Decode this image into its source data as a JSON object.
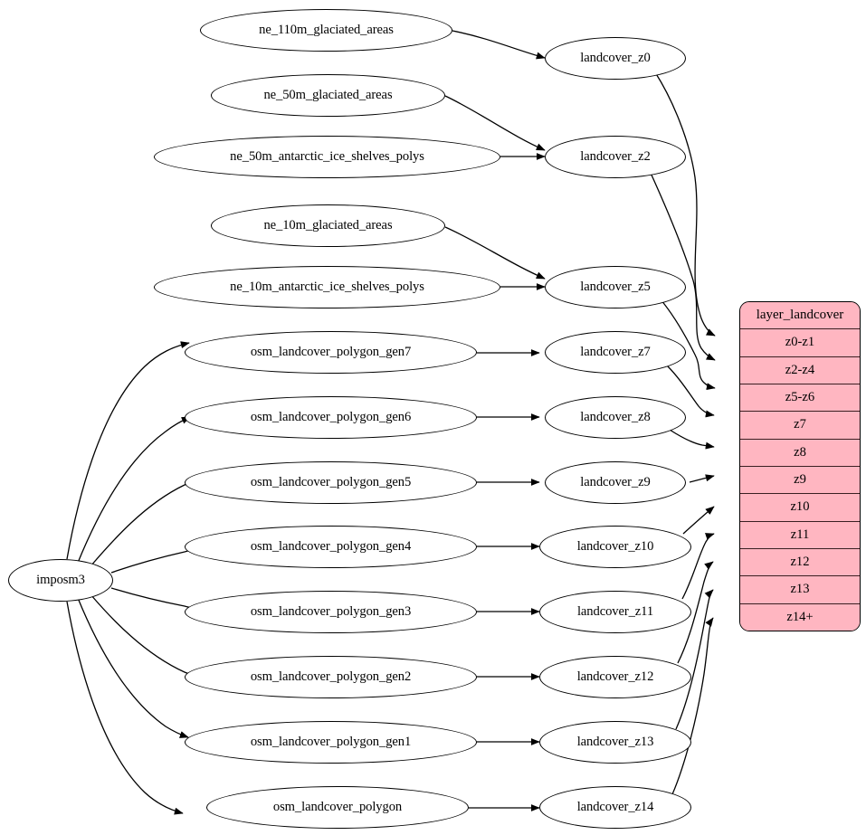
{
  "diagram": {
    "type": "directed-graph",
    "title": "imposm3 landcover layer pipeline",
    "background_color": "#ffffff",
    "node_fill_default": "#ffffff",
    "node_stroke": "#000000",
    "record_fill": "#ffb6c1",
    "record_divider": "#3a1f22",
    "edge_color": "#000000"
  },
  "source_node": {
    "id": "imposm3",
    "label": "imposm3",
    "shape": "ellipse"
  },
  "natural_earth_nodes": [
    {
      "id": "ne_110m_glaciated_areas",
      "label": "ne_110m_glaciated_areas"
    },
    {
      "id": "ne_50m_glaciated_areas",
      "label": "ne_50m_glaciated_areas"
    },
    {
      "id": "ne_50m_antarctic_ice_shelves_polys",
      "label": "ne_50m_antarctic_ice_shelves_polys"
    },
    {
      "id": "ne_10m_glaciated_areas",
      "label": "ne_10m_glaciated_areas"
    },
    {
      "id": "ne_10m_antarctic_ice_shelves_polys",
      "label": "ne_10m_antarctic_ice_shelves_polys"
    }
  ],
  "osm_nodes": [
    {
      "id": "osm_landcover_polygon_gen7",
      "label": "osm_landcover_polygon_gen7"
    },
    {
      "id": "osm_landcover_polygon_gen6",
      "label": "osm_landcover_polygon_gen6"
    },
    {
      "id": "osm_landcover_polygon_gen5",
      "label": "osm_landcover_polygon_gen5"
    },
    {
      "id": "osm_landcover_polygon_gen4",
      "label": "osm_landcover_polygon_gen4"
    },
    {
      "id": "osm_landcover_polygon_gen3",
      "label": "osm_landcover_polygon_gen3"
    },
    {
      "id": "osm_landcover_polygon_gen2",
      "label": "osm_landcover_polygon_gen2"
    },
    {
      "id": "osm_landcover_polygon_gen1",
      "label": "osm_landcover_polygon_gen1"
    },
    {
      "id": "osm_landcover_polygon",
      "label": "osm_landcover_polygon"
    }
  ],
  "landcover_nodes": [
    {
      "id": "landcover_z0",
      "label": "landcover_z0"
    },
    {
      "id": "landcover_z2",
      "label": "landcover_z2"
    },
    {
      "id": "landcover_z5",
      "label": "landcover_z5"
    },
    {
      "id": "landcover_z7",
      "label": "landcover_z7"
    },
    {
      "id": "landcover_z8",
      "label": "landcover_z8"
    },
    {
      "id": "landcover_z9",
      "label": "landcover_z9"
    },
    {
      "id": "landcover_z10",
      "label": "landcover_z10"
    },
    {
      "id": "landcover_z11",
      "label": "landcover_z11"
    },
    {
      "id": "landcover_z12",
      "label": "landcover_z12"
    },
    {
      "id": "landcover_z13",
      "label": "landcover_z13"
    },
    {
      "id": "landcover_z14",
      "label": "landcover_z14"
    }
  ],
  "record_node": {
    "id": "layer_landcover",
    "header": "layer_landcover",
    "rows": [
      {
        "id": "z0-z1",
        "label": "z0-z1"
      },
      {
        "id": "z2-z4",
        "label": "z2-z4"
      },
      {
        "id": "z5-z6",
        "label": "z5-z6"
      },
      {
        "id": "z7",
        "label": "z7"
      },
      {
        "id": "z8",
        "label": "z8"
      },
      {
        "id": "z9",
        "label": "z9"
      },
      {
        "id": "z10",
        "label": "z10"
      },
      {
        "id": "z11",
        "label": "z11"
      },
      {
        "id": "z12",
        "label": "z12"
      },
      {
        "id": "z13",
        "label": "z13"
      },
      {
        "id": "z14+",
        "label": "z14+"
      }
    ]
  },
  "edges": [
    {
      "from": "ne_110m_glaciated_areas",
      "to": "landcover_z0"
    },
    {
      "from": "ne_50m_glaciated_areas",
      "to": "landcover_z2"
    },
    {
      "from": "ne_50m_antarctic_ice_shelves_polys",
      "to": "landcover_z2"
    },
    {
      "from": "ne_10m_glaciated_areas",
      "to": "landcover_z5"
    },
    {
      "from": "ne_10m_antarctic_ice_shelves_polys",
      "to": "landcover_z5"
    },
    {
      "from": "imposm3",
      "to": "osm_landcover_polygon_gen7"
    },
    {
      "from": "imposm3",
      "to": "osm_landcover_polygon_gen6"
    },
    {
      "from": "imposm3",
      "to": "osm_landcover_polygon_gen5"
    },
    {
      "from": "imposm3",
      "to": "osm_landcover_polygon_gen4"
    },
    {
      "from": "imposm3",
      "to": "osm_landcover_polygon_gen3"
    },
    {
      "from": "imposm3",
      "to": "osm_landcover_polygon_gen2"
    },
    {
      "from": "imposm3",
      "to": "osm_landcover_polygon_gen1"
    },
    {
      "from": "imposm3",
      "to": "osm_landcover_polygon"
    },
    {
      "from": "osm_landcover_polygon_gen7",
      "to": "landcover_z7"
    },
    {
      "from": "osm_landcover_polygon_gen6",
      "to": "landcover_z8"
    },
    {
      "from": "osm_landcover_polygon_gen5",
      "to": "landcover_z9"
    },
    {
      "from": "osm_landcover_polygon_gen4",
      "to": "landcover_z10"
    },
    {
      "from": "osm_landcover_polygon_gen3",
      "to": "landcover_z11"
    },
    {
      "from": "osm_landcover_polygon_gen2",
      "to": "landcover_z12"
    },
    {
      "from": "osm_landcover_polygon_gen1",
      "to": "landcover_z13"
    },
    {
      "from": "osm_landcover_polygon",
      "to": "landcover_z14"
    },
    {
      "from": "landcover_z0",
      "to": "layer_landcover:z0-z1"
    },
    {
      "from": "landcover_z2",
      "to": "layer_landcover:z2-z4"
    },
    {
      "from": "landcover_z5",
      "to": "layer_landcover:z5-z6"
    },
    {
      "from": "landcover_z7",
      "to": "layer_landcover:z7"
    },
    {
      "from": "landcover_z8",
      "to": "layer_landcover:z8"
    },
    {
      "from": "landcover_z9",
      "to": "layer_landcover:z9"
    },
    {
      "from": "landcover_z10",
      "to": "layer_landcover:z10"
    },
    {
      "from": "landcover_z11",
      "to": "layer_landcover:z11"
    },
    {
      "from": "landcover_z12",
      "to": "layer_landcover:z12"
    },
    {
      "from": "landcover_z13",
      "to": "layer_landcover:z13"
    },
    {
      "from": "landcover_z14",
      "to": "layer_landcover:z14+"
    }
  ]
}
